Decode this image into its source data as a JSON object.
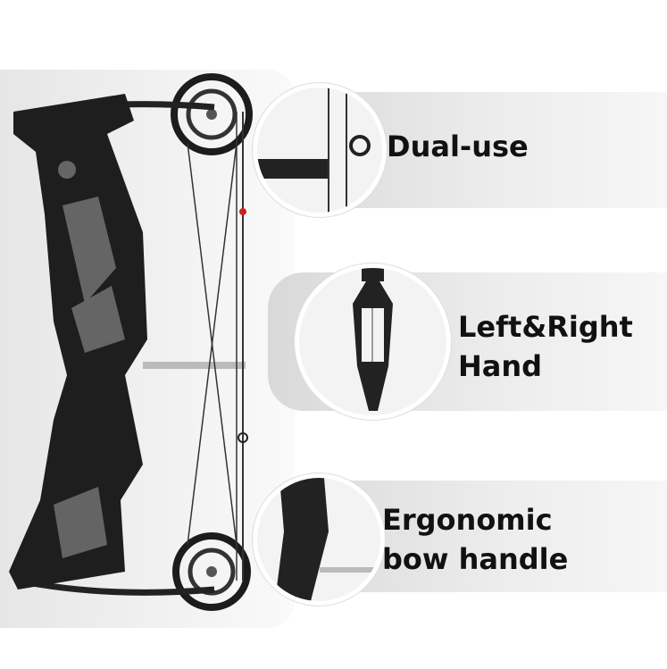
{
  "callouts": [
    {
      "title": "Dual-use"
    },
    {
      "title": "Left&Right",
      "subtitle": "Hand"
    },
    {
      "title": "Ergonomic",
      "subtitle": "bow handle"
    }
  ],
  "colors": {
    "bow": "#1c1c1c",
    "panel": "#e8e8e8",
    "accent": "#cc2020"
  }
}
